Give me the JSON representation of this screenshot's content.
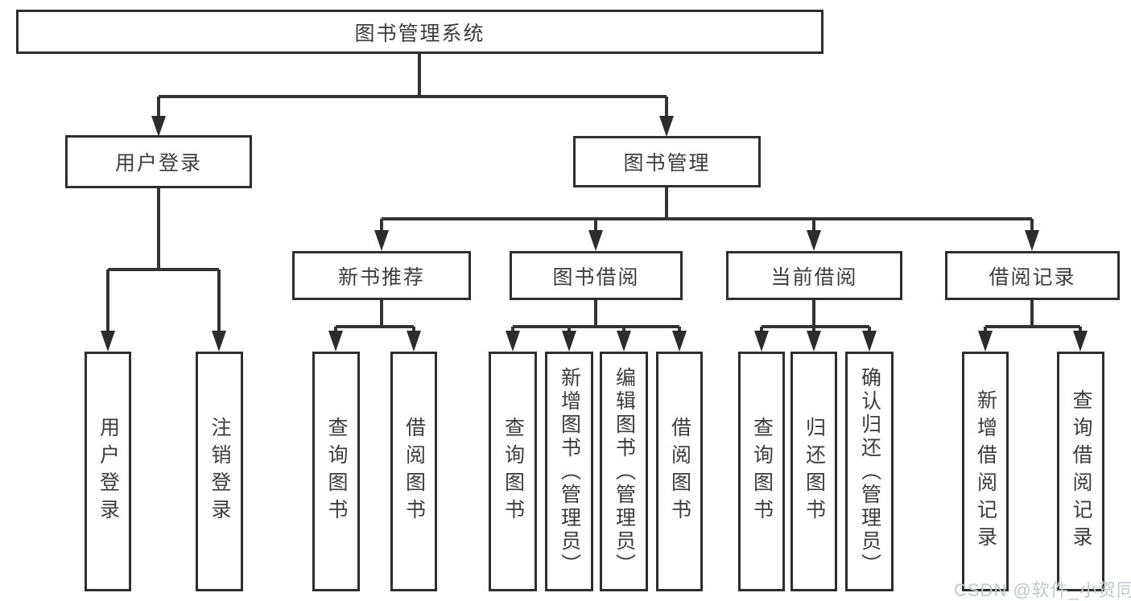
{
  "diagram": {
    "root": "图书管理系统",
    "branches": [
      {
        "label": "用户登录",
        "children": [
          {
            "label": "用户登录"
          },
          {
            "label": "注销登录"
          }
        ]
      },
      {
        "label": "图书管理",
        "children": [
          {
            "label": "新书推荐",
            "children": [
              {
                "label": "查询图书"
              },
              {
                "label": "借阅图书"
              }
            ]
          },
          {
            "label": "图书借阅",
            "children": [
              {
                "label": "查询图书"
              },
              {
                "label": "新增图书（管理员）"
              },
              {
                "label": "编辑图书（管理员）"
              },
              {
                "label": "借阅图书"
              }
            ]
          },
          {
            "label": "当前借阅",
            "children": [
              {
                "label": "查询图书"
              },
              {
                "label": "归还图书"
              },
              {
                "label": "确认归还（管理员）"
              }
            ]
          },
          {
            "label": "借阅记录",
            "children": [
              {
                "label": "新增借阅记录"
              },
              {
                "label": "查询借阅记录"
              }
            ]
          }
        ]
      }
    ]
  },
  "watermark": "CSDN @软件_小贺同学",
  "colors": {
    "box_border": "#2e2e2e",
    "line": "#333333",
    "arrow": "#2c2c2c",
    "text": "#3c3c3c",
    "watermark_text": "#c3c7cb",
    "background": "#ffffff"
  }
}
